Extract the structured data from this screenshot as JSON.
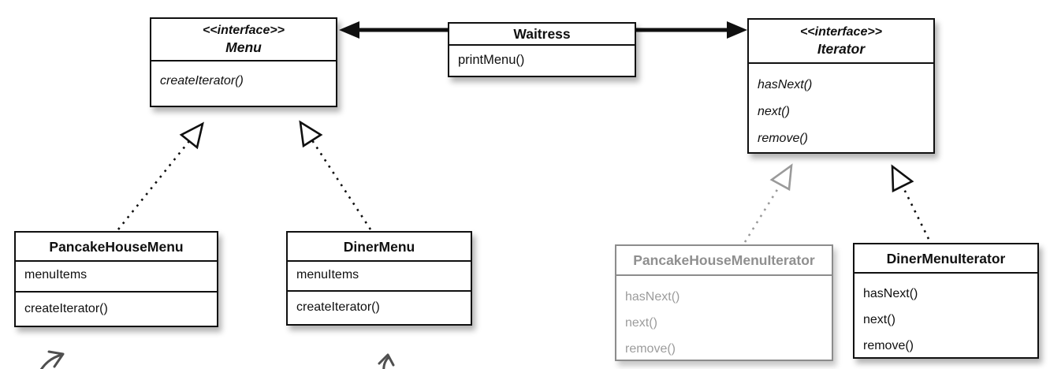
{
  "diagram_type": "uml-class-diagram",
  "colors": {
    "ink": "#101010",
    "muted_text": "#9c9c9c",
    "muted_title": "#8f8f8f",
    "muted_border": "#8c8c8c",
    "sketch_annotation": "#4f4f4f",
    "box_background": "#ffffff"
  },
  "classes": {
    "menu": {
      "stereotype": "<<interface>>",
      "name": "Menu",
      "methods": [
        "createIterator()"
      ]
    },
    "waitress": {
      "name": "Waitress",
      "methods": [
        "printMenu()"
      ]
    },
    "iterator": {
      "stereotype": "<<interface>>",
      "name": "Iterator",
      "methods": [
        "hasNext()",
        "next()",
        "remove()"
      ]
    },
    "pancake_house_menu": {
      "name": "PancakeHouseMenu",
      "attributes": [
        "menuItems"
      ],
      "methods": [
        "createIterator()"
      ]
    },
    "diner_menu": {
      "name": "DinerMenu",
      "attributes": [
        "menuItems"
      ],
      "methods": [
        "createIterator()"
      ]
    },
    "pancake_house_menu_iterator": {
      "name": "PancakeHouseMenuIterator",
      "methods": [
        "hasNext()",
        "next()",
        "remove()"
      ],
      "muted": true
    },
    "diner_menu_iterator": {
      "name": "DinerMenuIterator",
      "methods": [
        "hasNext()",
        "next()",
        "remove()"
      ]
    }
  },
  "relationships": [
    {
      "from": "Waitress",
      "to": "Menu",
      "type": "association",
      "arrow": "filled"
    },
    {
      "from": "Waitress",
      "to": "Iterator",
      "type": "association",
      "arrow": "filled"
    },
    {
      "from": "PancakeHouseMenu",
      "to": "Menu",
      "type": "realization",
      "arrow": "hollow-triangle"
    },
    {
      "from": "DinerMenu",
      "to": "Menu",
      "type": "realization",
      "arrow": "hollow-triangle"
    },
    {
      "from": "PancakeHouseMenuIterator",
      "to": "Iterator",
      "type": "realization",
      "arrow": "hollow-triangle",
      "muted": true
    },
    {
      "from": "DinerMenuIterator",
      "to": "Iterator",
      "type": "realization",
      "arrow": "hollow-triangle"
    }
  ]
}
